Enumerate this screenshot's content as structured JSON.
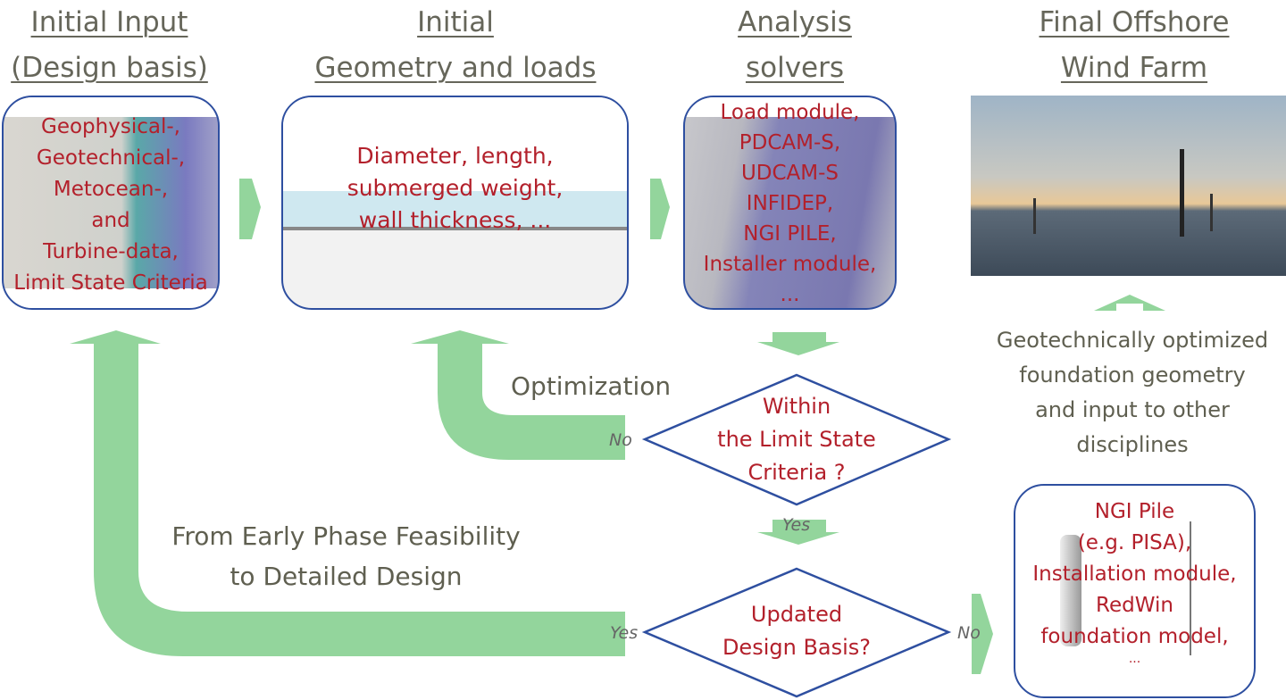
{
  "titles": {
    "col1": [
      "Initial Input",
      "(Design basis)"
    ],
    "col2": [
      "Initial",
      "Geometry and loads"
    ],
    "col3": [
      "Analysis",
      "solvers"
    ],
    "col4": [
      "Final Offshore",
      "Wind Farm"
    ]
  },
  "box1": [
    "Geophysical-,",
    "Geotechnical-,",
    "Metocean-,",
    "and",
    "Turbine-data,",
    "Limit State Criteria"
  ],
  "box2": [
    "Diameter, length,",
    "submerged weight,",
    "wall thickness, ..."
  ],
  "box3": [
    "Load module,",
    "PDCAM-S,",
    "UDCAM-S",
    "INFIDEP,",
    "NGI PILE,",
    "Installer module,",
    "..."
  ],
  "box4": [
    "NGI Pile",
    "(e.g. PISA),",
    "Installation module,",
    "RedWin",
    "foundation model,",
    "..."
  ],
  "diamond1": [
    "Within",
    "the Limit State",
    "Criteria ?"
  ],
  "diamond2": [
    "Updated",
    "Design Basis?"
  ],
  "labels": {
    "optimization": "Optimization",
    "feasibility": [
      "From Early Phase Feasibility",
      "to Detailed Design"
    ],
    "output": [
      "Geotechnically optimized",
      "foundation geometry",
      "and input to other",
      "disciplines"
    ],
    "no1": "No",
    "yes1": "Yes",
    "yes2": "Yes",
    "no2": "No"
  },
  "colors": {
    "accent_green": "#93d59c",
    "box_border": "#2e4fa0",
    "red_text": "#b3202b",
    "gray_text": "#5f5f50"
  }
}
